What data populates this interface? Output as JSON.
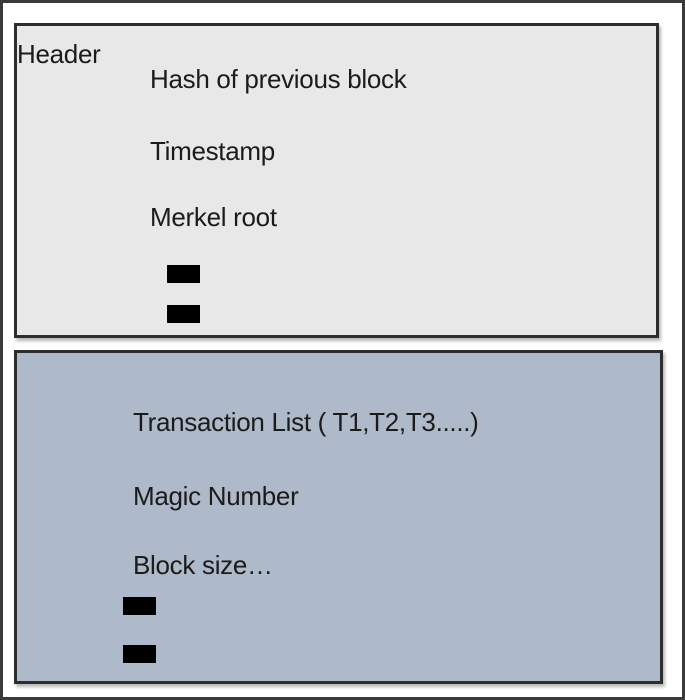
{
  "header_box": {
    "label": "Header",
    "items": [
      "Hash of previous block",
      "Timestamp",
      "Merkel root"
    ],
    "fill": "#e8e8e8",
    "dash_count": 2
  },
  "body_box": {
    "items": [
      "Transaction List ( T1,T2,T3.....)",
      "Magic Number",
      "Block size…"
    ],
    "fill": "#aeb9c9",
    "dash_count": 2
  },
  "colors": {
    "outer_frame_border": "#3a3a3a",
    "box_border": "#2d2d2d",
    "text": "#1b1b1b",
    "dash": "#000000",
    "page_background": "#ffffff"
  }
}
